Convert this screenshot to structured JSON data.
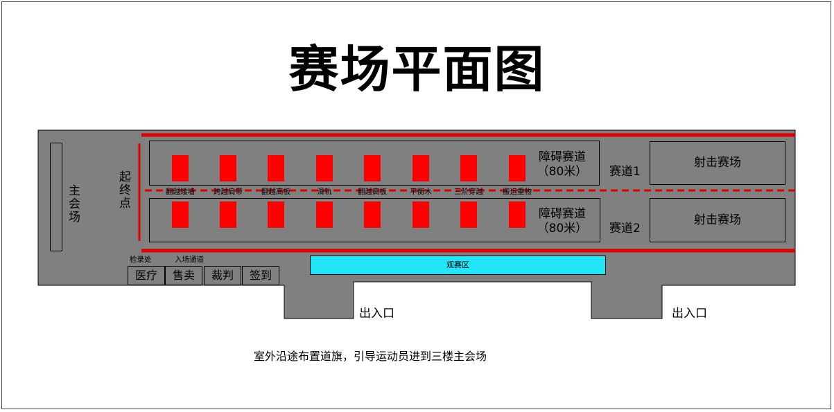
{
  "title": "赛场平面图",
  "main_hall": "主会场",
  "start_finish": "起终点",
  "obstacle_track": {
    "name_line1": "障碍赛道",
    "name_line2": "（80米）"
  },
  "lanes": [
    "赛道1",
    "赛道2"
  ],
  "shooting_range": "射击赛场",
  "obstacles": [
    "翻越矮墙",
    "跨越肩带",
    "翻越高板",
    "滑轨",
    "翻越高板",
    "平衡木",
    "三阶穿越",
    "搬运重物"
  ],
  "checkin_office": "检录处",
  "entry_passage": "入场通道",
  "services": [
    "医疗",
    "售卖",
    "裁判",
    "签到"
  ],
  "viewing_area": "观赛区",
  "exits": [
    "出入口",
    "出入口"
  ],
  "note": "室外沿途布置道旗，引导运动员进到三楼主会场",
  "colors": {
    "floor": "#808080",
    "obstacle": "#ff0000",
    "track_line": "#e00000",
    "viewing_area": "#22e5f7"
  }
}
